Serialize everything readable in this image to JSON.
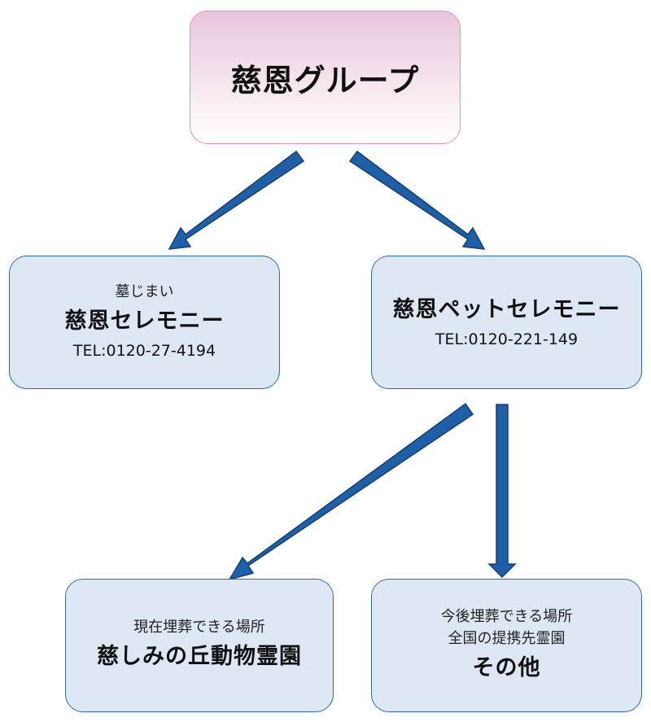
{
  "root": {
    "title": "慈恩グループ"
  },
  "nodes": {
    "bosho": {
      "caption": "墓じまい",
      "name": "慈恩セレモニー",
      "tel": "TEL:0120-27-4194"
    },
    "pet": {
      "name": "慈恩ペットセレモニー",
      "tel": "TEL:0120-221-149"
    },
    "oka": {
      "caption": "現在埋葬できる場所",
      "name": "慈しみの丘動物霊園"
    },
    "other": {
      "caption1": "今後埋葬できる場所",
      "caption2": "全国の提携先霊園",
      "name": "その他"
    }
  },
  "colors": {
    "root_border": "#e58fb5",
    "node_fill": "#dde8f4",
    "node_border": "#2f6aa7",
    "arrow_fill": "#1f5fa8",
    "arrow_stroke": "#173f6e"
  }
}
